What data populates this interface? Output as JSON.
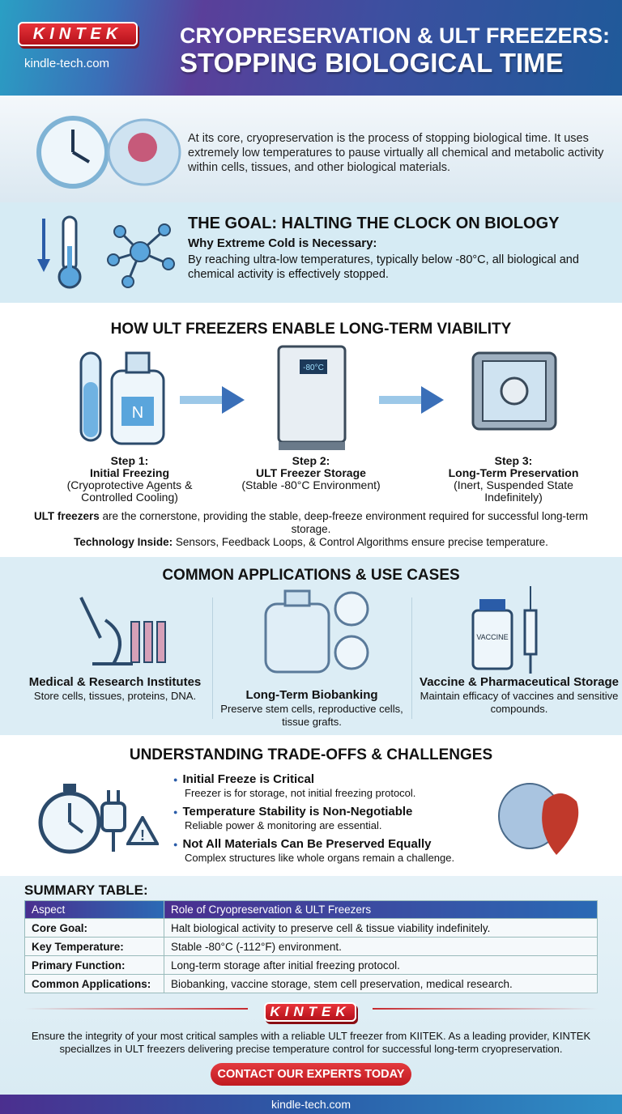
{
  "header": {
    "logo": "KINTEK",
    "site": "kindle-tech.com",
    "title_line1": "CRYOPRESERVATION & ULT FREEZERS:",
    "title_line2": "STOPPING BIOLOGICAL TIME"
  },
  "intro": {
    "text": "At its core, cryopreservation is the process of stopping biological time. It uses extremely low temperatures to pause virtually all chemical and metabolic activity within cells, tissues, and other biological materials."
  },
  "goal": {
    "title": "THE GOAL: HALTING THE CLOCK ON BIOLOGY",
    "subtitle": "Why Extreme Cold is Necessary:",
    "text": "By reaching ultra-low temperatures, typically below -80°C, all biological and chemical activity is effectively stopped."
  },
  "how": {
    "title": "HOW ULT FREEZERS ENABLE LONG-TERM VIABILITY",
    "freezer_display": "-80°C",
    "bottle_label": "N",
    "steps": [
      {
        "label": "Step 1:",
        "name": "Initial Freezing",
        "detail": "(Cryoprotective Agents & Controlled Cooling)"
      },
      {
        "label": "Step 2:",
        "name": "ULT Freezer Storage",
        "detail": "(Stable -80°C Environment)"
      },
      {
        "label": "Step 3:",
        "name": "Long-Term Preservation",
        "detail": "(Inert, Suspended State Indefinitely)"
      }
    ],
    "desc_bold": "ULT freezers",
    "desc": " are the cornerstone, providing the stable, deep-freeze environment required for successful long-term storage.",
    "tech_bold": "Technology Inside:",
    "tech": " Sensors, Feedback Loops, & Control Algorithms ensure precise temperature."
  },
  "apps": {
    "title": "COMMON APPLICATIONS & USE CASES",
    "vial_label": "VACCINE",
    "items": [
      {
        "name": "Medical & Research Institutes",
        "detail": "Store cells, tissues, proteins, DNA."
      },
      {
        "name": "Long-Term Biobanking",
        "detail": "Preserve stem cells, reproductive cells, tissue grafts."
      },
      {
        "name": "Vaccine & Pharmaceutical Storage",
        "detail": "Maintain efficacy of vaccines and sensitive compounds."
      }
    ]
  },
  "trade": {
    "title": "UNDERSTANDING TRADE-OFFS & CHALLENGES",
    "items": [
      {
        "title": "Initial Freeze is Critical",
        "detail": "Freezer is for storage, not initial freezing protocol."
      },
      {
        "title": "Temperature Stability is Non-Negotiable",
        "detail": "Reliable power & monitoring are essential."
      },
      {
        "title": "Not All Materials Can Be Preserved Equally",
        "detail": "Complex structures like whole organs remain a challenge."
      }
    ]
  },
  "summary": {
    "title": "SUMMARY TABLE:",
    "headers": [
      "Aspect",
      "Role of Cryopreservation & ULT Freezers"
    ],
    "rows": [
      [
        "Core Goal:",
        "Halt biological activity to preserve cell & tissue viability indefinitely."
      ],
      [
        "Key Temperature:",
        "Stable -80°C (-112°F) environment."
      ],
      [
        "Primary Function:",
        "Long-term storage after initial freezing protocol."
      ],
      [
        "Common Applications:",
        "Biobanking, vaccine storage, stem cell preservation, medical research."
      ]
    ]
  },
  "cta": {
    "logo": "KINTEK",
    "text": "Ensure the integrity of your most critical samples with a reliable ULT freezer from KIITEK. As a leading provider, KINTEK speciallzes in ULT freezers delivering precise temperature control for successful long-term cryopreservation.",
    "button": "CONTACT OUR EXPERTS TODAY"
  },
  "footer": {
    "site": "kindle-tech.com"
  },
  "colors": {
    "brand_red": "#d0242b",
    "header_purple": "#4b2f8f",
    "header_blue": "#2a5ca8",
    "accent_blue": "#3a8fd0"
  }
}
